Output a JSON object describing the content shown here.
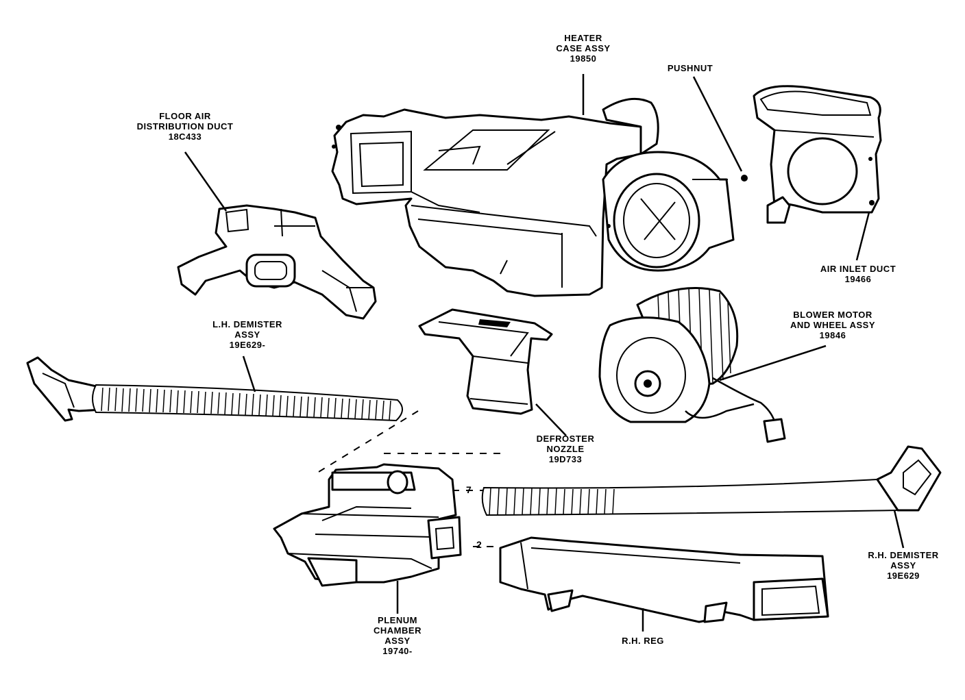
{
  "diagram": {
    "labels": {
      "heater_case": [
        "HEATER",
        "CASE ASSY",
        "19850"
      ],
      "pushnut": [
        "PUSHNUT"
      ],
      "floor_air_duct": [
        "FLOOR AIR",
        "DISTRIBUTION DUCT",
        "18C433"
      ],
      "air_inlet_duct": [
        "AIR INLET DUCT",
        "19466"
      ],
      "blower_motor": [
        "BLOWER MOTOR",
        "AND WHEEL ASSY",
        "19846"
      ],
      "lh_demister": [
        "L.H. DEMISTER",
        "ASSY",
        "19E629-"
      ],
      "defroster_nozzle": [
        "DEFROSTER",
        "NOZZLE",
        "19D733"
      ],
      "rh_demister": [
        "R.H. DEMISTER",
        "ASSY",
        "19E629"
      ],
      "plenum_chamber": [
        "PLENUM",
        "CHAMBER",
        "ASSY",
        "19740-"
      ],
      "rh_reg": [
        "R.H. REG"
      ]
    }
  }
}
